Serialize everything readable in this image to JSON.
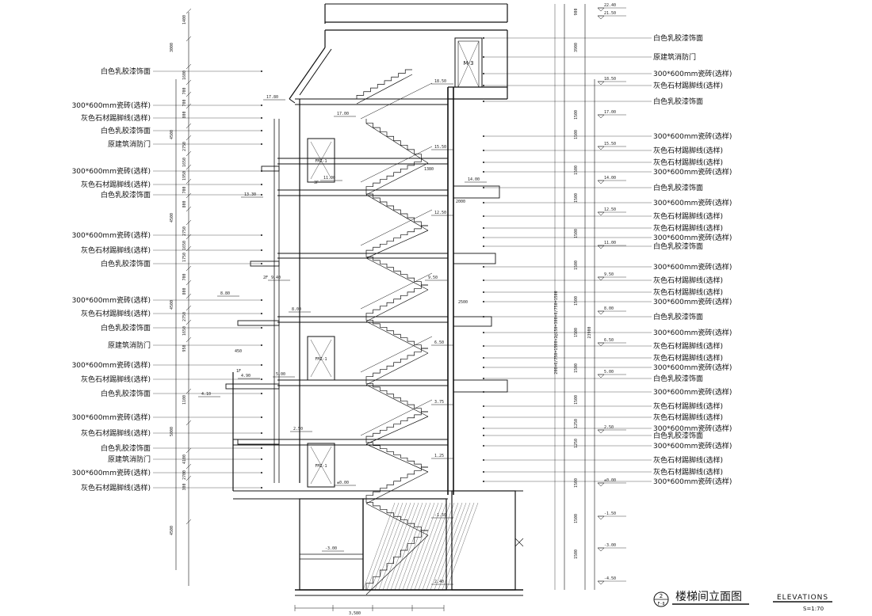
{
  "left_labels": [
    "白色乳胶漆饰面",
    "300*600mm瓷砖(选样)",
    "灰色石材踢脚线(选样)",
    "白色乳胶漆饰面",
    "原建筑消防门",
    "300*600mm瓷砖(选样)",
    "灰色石材踢脚线(选样)",
    "白色乳胶漆饰面",
    "300*600mm瓷砖(选样)",
    "灰色石材踢脚线(选样)",
    "白色乳胶漆饰面",
    "300*600mm瓷砖(选样)",
    "灰色石材踢脚线(选样)",
    "白色乳胶漆饰面",
    "原建筑消防门",
    "300*600mm瓷砖(选样)",
    "灰色石材踢脚线(选样)",
    "白色乳胶漆饰面",
    "300*600mm瓷砖(选样)",
    "灰色石材踢脚线(选样)",
    "白色乳胶漆饰面",
    "原建筑消防门",
    "300*600mm瓷砖(选样)",
    "灰色石材踢脚线(选样)"
  ],
  "right_labels": [
    "白色乳胶漆饰面",
    "原建筑消防门",
    "300*600mm瓷砖(选样)",
    "灰色石材踢脚线(选样)",
    "白色乳胶漆饰面",
    "300*600mm瓷砖(选样)",
    "灰色石材踢脚线(选样)",
    "灰色石材踢脚线(选样)",
    "300*600mm瓷砖(选样)",
    "白色乳胶漆饰面",
    "300*600mm瓷砖(选样)",
    "灰色石材踢脚线(选样)",
    "灰色石材踢脚线(选样)",
    "300*600mm瓷砖(选样)",
    "白色乳胶漆饰面",
    "300*600mm瓷砖(选样)",
    "灰色石材踢脚线(选样)",
    "灰色石材踢脚线(选样)",
    "300*600mm瓷砖(选样)",
    "白色乳胶漆饰面",
    "300*600mm瓷砖(选样)",
    "灰色石材踢脚线(选样)",
    "灰色石材踢脚线(选样)",
    "300*600mm瓷砖(选样)",
    "白色乳胶漆饰面",
    "300*600mm瓷砖(选样)",
    "灰色石材踢脚线(选样)",
    "灰色石材踢脚线(选样)",
    "300*600mm瓷砖(选样)",
    "白色乳胶漆饰面",
    "300*600mm瓷砖(选样)",
    "灰色石材踢脚线(选样)",
    "灰色石材踢脚线(选样)",
    "300*600mm瓷砖(选样)"
  ],
  "level_marks": [
    "22.40",
    "21.50",
    "18.50",
    "17.00",
    "15.50",
    "14.00",
    "12.50",
    "11.00",
    "9.50",
    "8.00",
    "6.50",
    "5.00",
    "2.50",
    "±0.00",
    "-1.50",
    "-3.00",
    "-4.50"
  ],
  "right_dims": [
    "900",
    "3900",
    "1500",
    "1500",
    "1500",
    "1500",
    "1500",
    "1500",
    "1500",
    "1500",
    "1500",
    "1500",
    "1250",
    "1250",
    "1500",
    "1500",
    "1500"
  ],
  "left_dims": [
    "1400",
    "3000",
    "1600",
    "700",
    "700",
    "800",
    "4500",
    "2750",
    "1650",
    "1950",
    "700",
    "800",
    "4500",
    "2750",
    "1650",
    "1750",
    "700",
    "800",
    "4500",
    "2750",
    "1650",
    "950",
    "1100",
    "5000",
    "4100",
    "2700",
    "300",
    "4500"
  ],
  "internal_marks": [
    "18.50",
    "17.80",
    "17.00",
    "15.50",
    "14.00",
    "13.30",
    "11.00",
    "12.50",
    "9.50",
    "9.40",
    "8.80",
    "8.00",
    "6.50",
    "5.00",
    "4.90",
    "4.10",
    "3.75",
    "2.50",
    "1.25",
    "±0.00",
    "-1.50",
    "-3.00",
    "2.40"
  ],
  "door_codes": [
    "M-3",
    "FMZ-1",
    "FMZ-1",
    "FMZ-1"
  ],
  "floor_tags": [
    "3F",
    "2F",
    "1F"
  ],
  "small_dims": [
    "1380",
    "2000",
    "2500",
    "450",
    "3,580"
  ],
  "vertical_chain": "200×6/750=1500×2@150=300×6/750=1500",
  "total_height": "23900",
  "title": {
    "number": "2",
    "sheet": "F-8",
    "cn": "楼梯间立面图",
    "en": "ELEVATIONS",
    "scale": "S=1:70"
  }
}
